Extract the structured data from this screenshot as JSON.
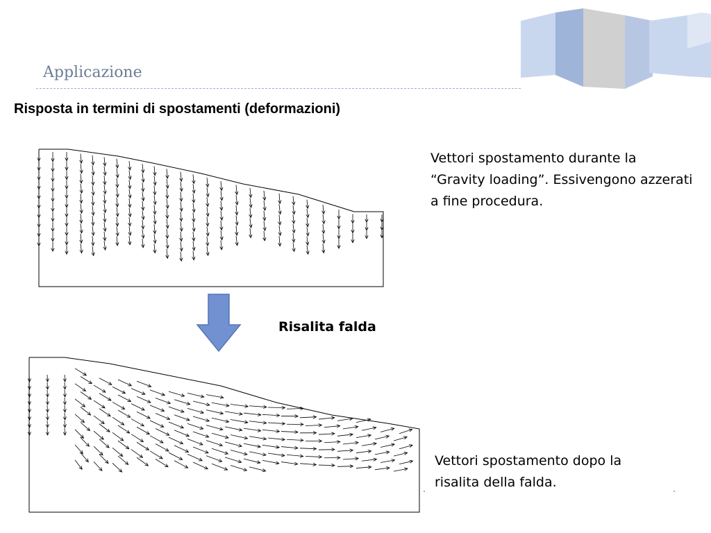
{
  "slide": {
    "title": "Applicazione",
    "heading": "Risposta in termini di spostamenti (deformazioni)"
  },
  "captions": {
    "gravity": " Vettori spostamento durante la “Gravity loading”. Essivengono azzerati a fine procedura.",
    "after": "Vettori spostamento dopo la risalita della falda."
  },
  "arrow_label": "Risalita falda",
  "colors": {
    "title": "#6b7c95",
    "accent_arrow": "#7191d1",
    "rule": "#9aaed0",
    "deco_light": "#c9d7ee",
    "deco_mid": "#9fb4d9",
    "deco_gray": "#bcbcbc"
  },
  "icons": {
    "down_arrow": "down-arrow-icon"
  }
}
